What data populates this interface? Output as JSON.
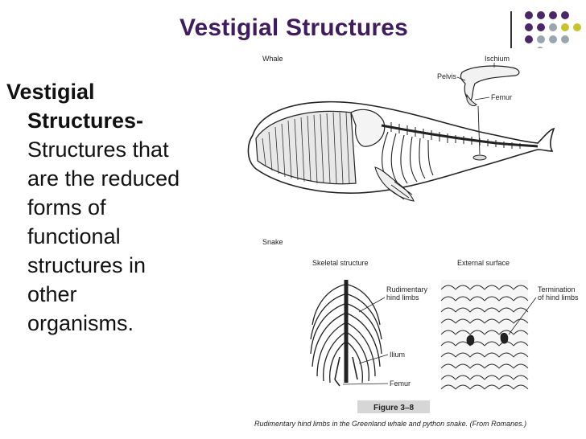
{
  "slide": {
    "title": "Vestigial Structures",
    "term_line1": "Vestigial",
    "term_line2": "Structures-",
    "definition_lines": [
      "Structures that",
      "are the reduced",
      "forms of",
      "functional",
      "structures in",
      "other",
      "organisms."
    ]
  },
  "theme": {
    "title_color": "#3f1c5e",
    "dot_purple": "#4b2767",
    "dot_gray": "#9aa6ae",
    "dot_yellow": "#c6c62a"
  },
  "figure": {
    "whale_label": "Whale",
    "ischium_label": "Ischium",
    "pelvis_label": "Pelvis",
    "femur_label": "Femur",
    "snake_label": "Snake",
    "skeletal_label": "Skeletal structure",
    "external_label": "External surface",
    "rudimentary_label_1": "Rudimentary",
    "rudimentary_label_2": "hind limbs",
    "ilium_label": "Ilium",
    "femur2_label": "Femur",
    "termination_label_1": "Termination",
    "termination_label_2": "of hind limbs",
    "figure_number": "Figure 3–8",
    "caption": "Rudimentary hind limbs in the Greenland whale and python snake. (From Romanes.)"
  }
}
